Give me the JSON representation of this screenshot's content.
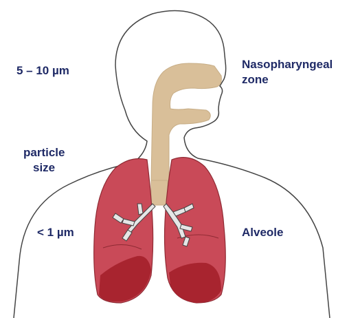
{
  "labels": {
    "size_large": "5 – 10 µm",
    "particle_size_line1": "particle",
    "particle_size_line2": "size",
    "size_small": "< 1 µm",
    "naso_line1": "Nasopharyngeal",
    "naso_line2": "zone",
    "alveole": "Alveole"
  },
  "colors": {
    "label_text": "#1f2a66",
    "outline": "#444444",
    "airway": "#d9bf99",
    "lung_fill": "#c94a58",
    "lung_dark": "#a8242f",
    "bronchi": "#e6e6e6"
  }
}
